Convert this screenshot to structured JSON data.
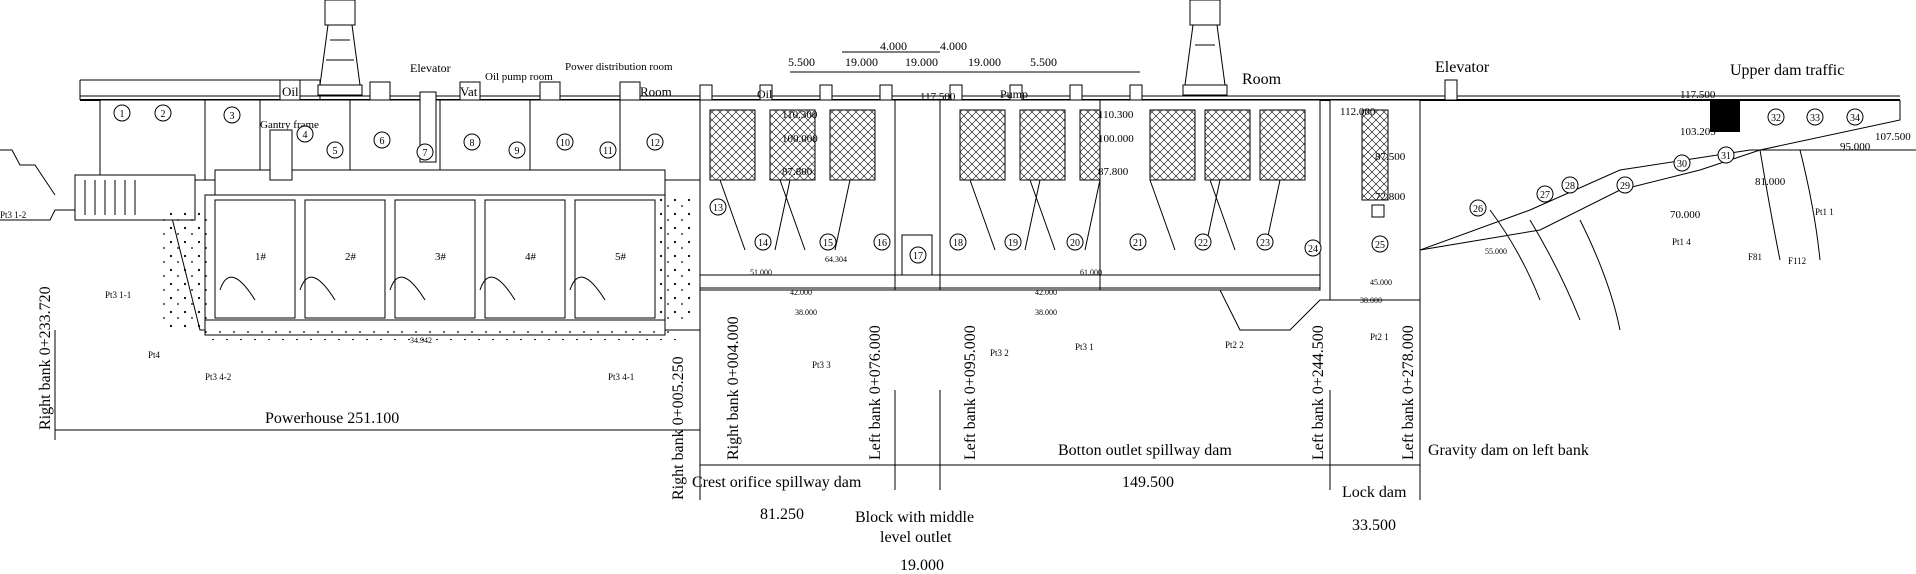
{
  "top_labels": {
    "oil_1": "Oil",
    "elevator_1": "Elevator",
    "vat": "Vat",
    "oil_pump_room": "Oil pump room",
    "power_distribution_room": "Power distribution room",
    "room_1": "Room",
    "gantry_frame": "Gantry frame",
    "oil_2": "Oil",
    "pump": "Pump",
    "room_2": "Room",
    "elevator_2": "Elevator",
    "upper_dam_traffic": "Upper dam traffic"
  },
  "spacing_dims": [
    "5.500",
    "19.000",
    "4.000",
    "19.000",
    "4.000",
    "19.000",
    "5.500"
  ],
  "elevations": {
    "e117_500_a": "117.500",
    "e110_300_a": "110.300",
    "e100_000_a": "100.000",
    "e87_800_a": "87.800",
    "e110_300_b": "110.300",
    "e100_000_b": "100.000",
    "e87_800_b": "87.800",
    "e112_000": "112.000",
    "e87_500": "87.500",
    "e72_800": "72.800",
    "e117_500_b": "117.500",
    "e103_205": "103.205",
    "e107_500": "107.500",
    "e95_000": "95.000",
    "e81_000": "81.000",
    "e70_000": "70.000",
    "e55_000": "55.000",
    "e45_000": "45.000",
    "e38_000_a": "38.000",
    "e42_000_a": "42.000",
    "e38_000_b": "38.000",
    "e42_000_b": "42.000",
    "e38_000_c": "38.000",
    "e64_304": "64.304",
    "e61_000": "61.000",
    "e51_000": "51.000",
    "e34_942": "34.942"
  },
  "block_numbers": [
    "1",
    "2",
    "3",
    "4",
    "5",
    "6",
    "7",
    "8",
    "9",
    "10",
    "11",
    "12",
    "13",
    "14",
    "15",
    "16",
    "17",
    "18",
    "19",
    "20",
    "21",
    "22",
    "23",
    "24",
    "25",
    "26",
    "27",
    "28",
    "29",
    "30",
    "31",
    "32",
    "33",
    "34"
  ],
  "unit_labels": [
    "1#",
    "2#",
    "3#",
    "4#",
    "5#"
  ],
  "rock_labels": {
    "pt3_2_left": "Pt3 1-2",
    "pt3_1_1": "Pt3 1-1",
    "p_t4": "Pt4",
    "pt3_4_2": "Pt3 4-2",
    "pt3_4_1": "Pt3 4-1",
    "pt3_3": "Pt3 3",
    "pt3_2": "Pt3 2",
    "pt3_1_a": "Pt3 1",
    "pt2_2": "Pt2 2",
    "pt2_1": "Pt2 1",
    "pt1_4": "Pt1 4",
    "pt1_1": "Pt1 1",
    "f81": "F81",
    "f112": "F112"
  },
  "stations": {
    "right_bank_233_720": "Right bank 0+233.720",
    "right_bank_005_250": "Right bank 0+005.250",
    "right_bank_004_000": "Right bank 0+004.000",
    "left_bank_076_000": "Left bank 0+076.000",
    "left_bank_095_000": "Left bank 0+095.000",
    "left_bank_244_500": "Left bank 0+244.500",
    "left_bank_278_000": "Left bank 0+278.000"
  },
  "bottom_labels": {
    "powerhouse": "Powerhouse 251.100",
    "crest_orifice": "Crest orifice spillway dam",
    "crest_orifice_len": "81.250",
    "middle_outlet_1": "Block with middle",
    "middle_outlet_2": "level outlet",
    "middle_outlet_len": "19.000",
    "bottom_outlet": "Botton outlet spillway dam",
    "bottom_outlet_len": "149.500",
    "lock_dam": "Lock dam",
    "lock_dam_len": "33.500",
    "gravity_dam": "Gravity dam on left bank"
  }
}
